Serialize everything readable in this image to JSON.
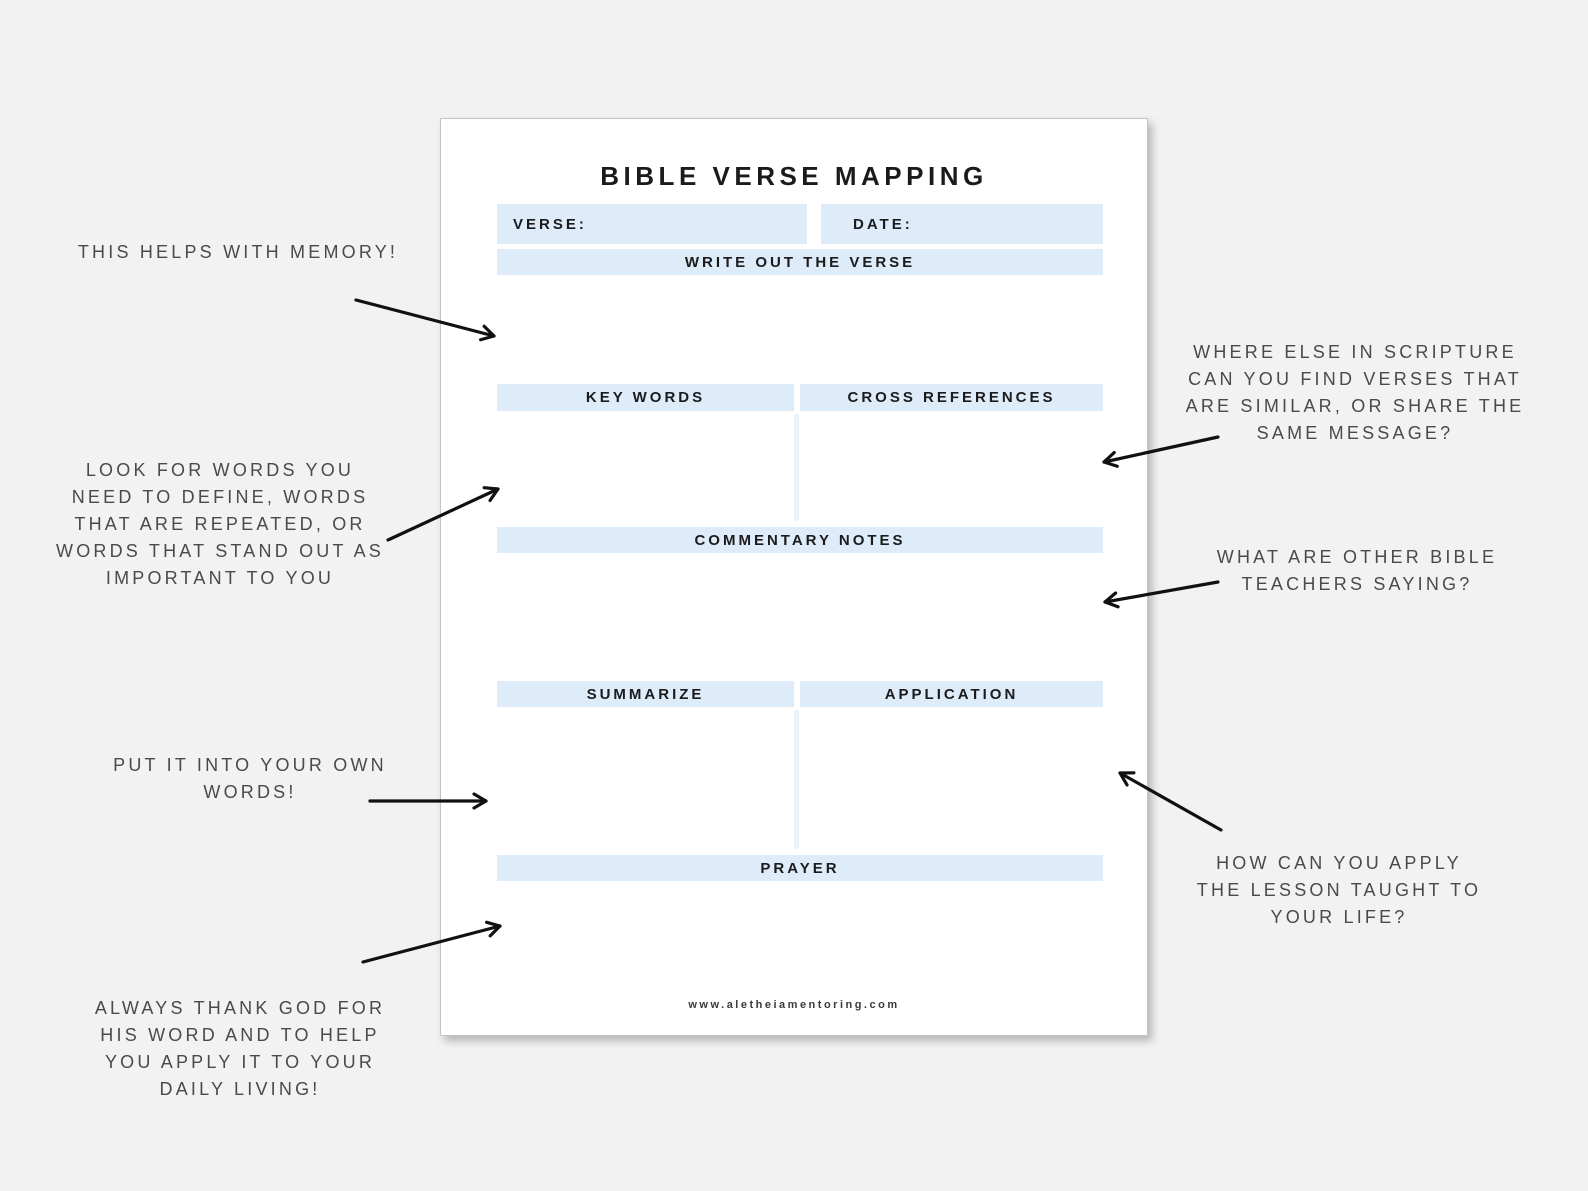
{
  "page": {
    "title": "BIBLE VERSE MAPPING",
    "fields": {
      "verse_label": "VERSE:",
      "date_label": "DATE:"
    },
    "sections": {
      "write_verse": "WRITE OUT THE VERSE",
      "key_words": "KEY WORDS",
      "cross_references": "CROSS REFERENCES",
      "commentary": "COMMENTARY NOTES",
      "summarize": "SUMMARIZE",
      "application": "APPLICATION",
      "prayer": "PRAYER"
    },
    "footer": "www.aletheiamentoring.com"
  },
  "annotations": {
    "memory_tip": [
      "THIS HELPS WITH MEMORY!"
    ],
    "keywords_tip": [
      "LOOK FOR WORDS YOU",
      "NEED TO DEFINE, WORDS",
      "THAT ARE REPEATED, OR",
      "WORDS THAT STAND OUT AS",
      "IMPORTANT TO YOU"
    ],
    "summarize_tip": [
      "PUT IT INTO YOUR OWN",
      "WORDS!"
    ],
    "prayer_tip": [
      "ALWAYS THANK GOD FOR",
      "HIS WORD AND TO HELP",
      "YOU APPLY IT TO YOUR",
      "DAILY LIVING!"
    ],
    "crossref_tip": [
      "WHERE ELSE IN SCRIPTURE",
      "CAN YOU FIND VERSES THAT",
      "ARE SIMILAR, OR SHARE THE",
      "SAME MESSAGE?"
    ],
    "commentary_tip": [
      "WHAT ARE OTHER BIBLE",
      "TEACHERS SAYING?"
    ],
    "application_tip": [
      "HOW CAN YOU APPLY",
      "THE LESSON TAUGHT TO",
      "YOUR LIFE?"
    ]
  },
  "colors": {
    "canvas_bg": "#f2f2f2",
    "page_bg": "#ffffff",
    "band": "#ddecf8",
    "divider": "#e9f4fc",
    "label_text": "#1b1b1d",
    "note_text": "#4a4a4a",
    "arrow": "#111111",
    "page_border": "#c4c4c4"
  }
}
